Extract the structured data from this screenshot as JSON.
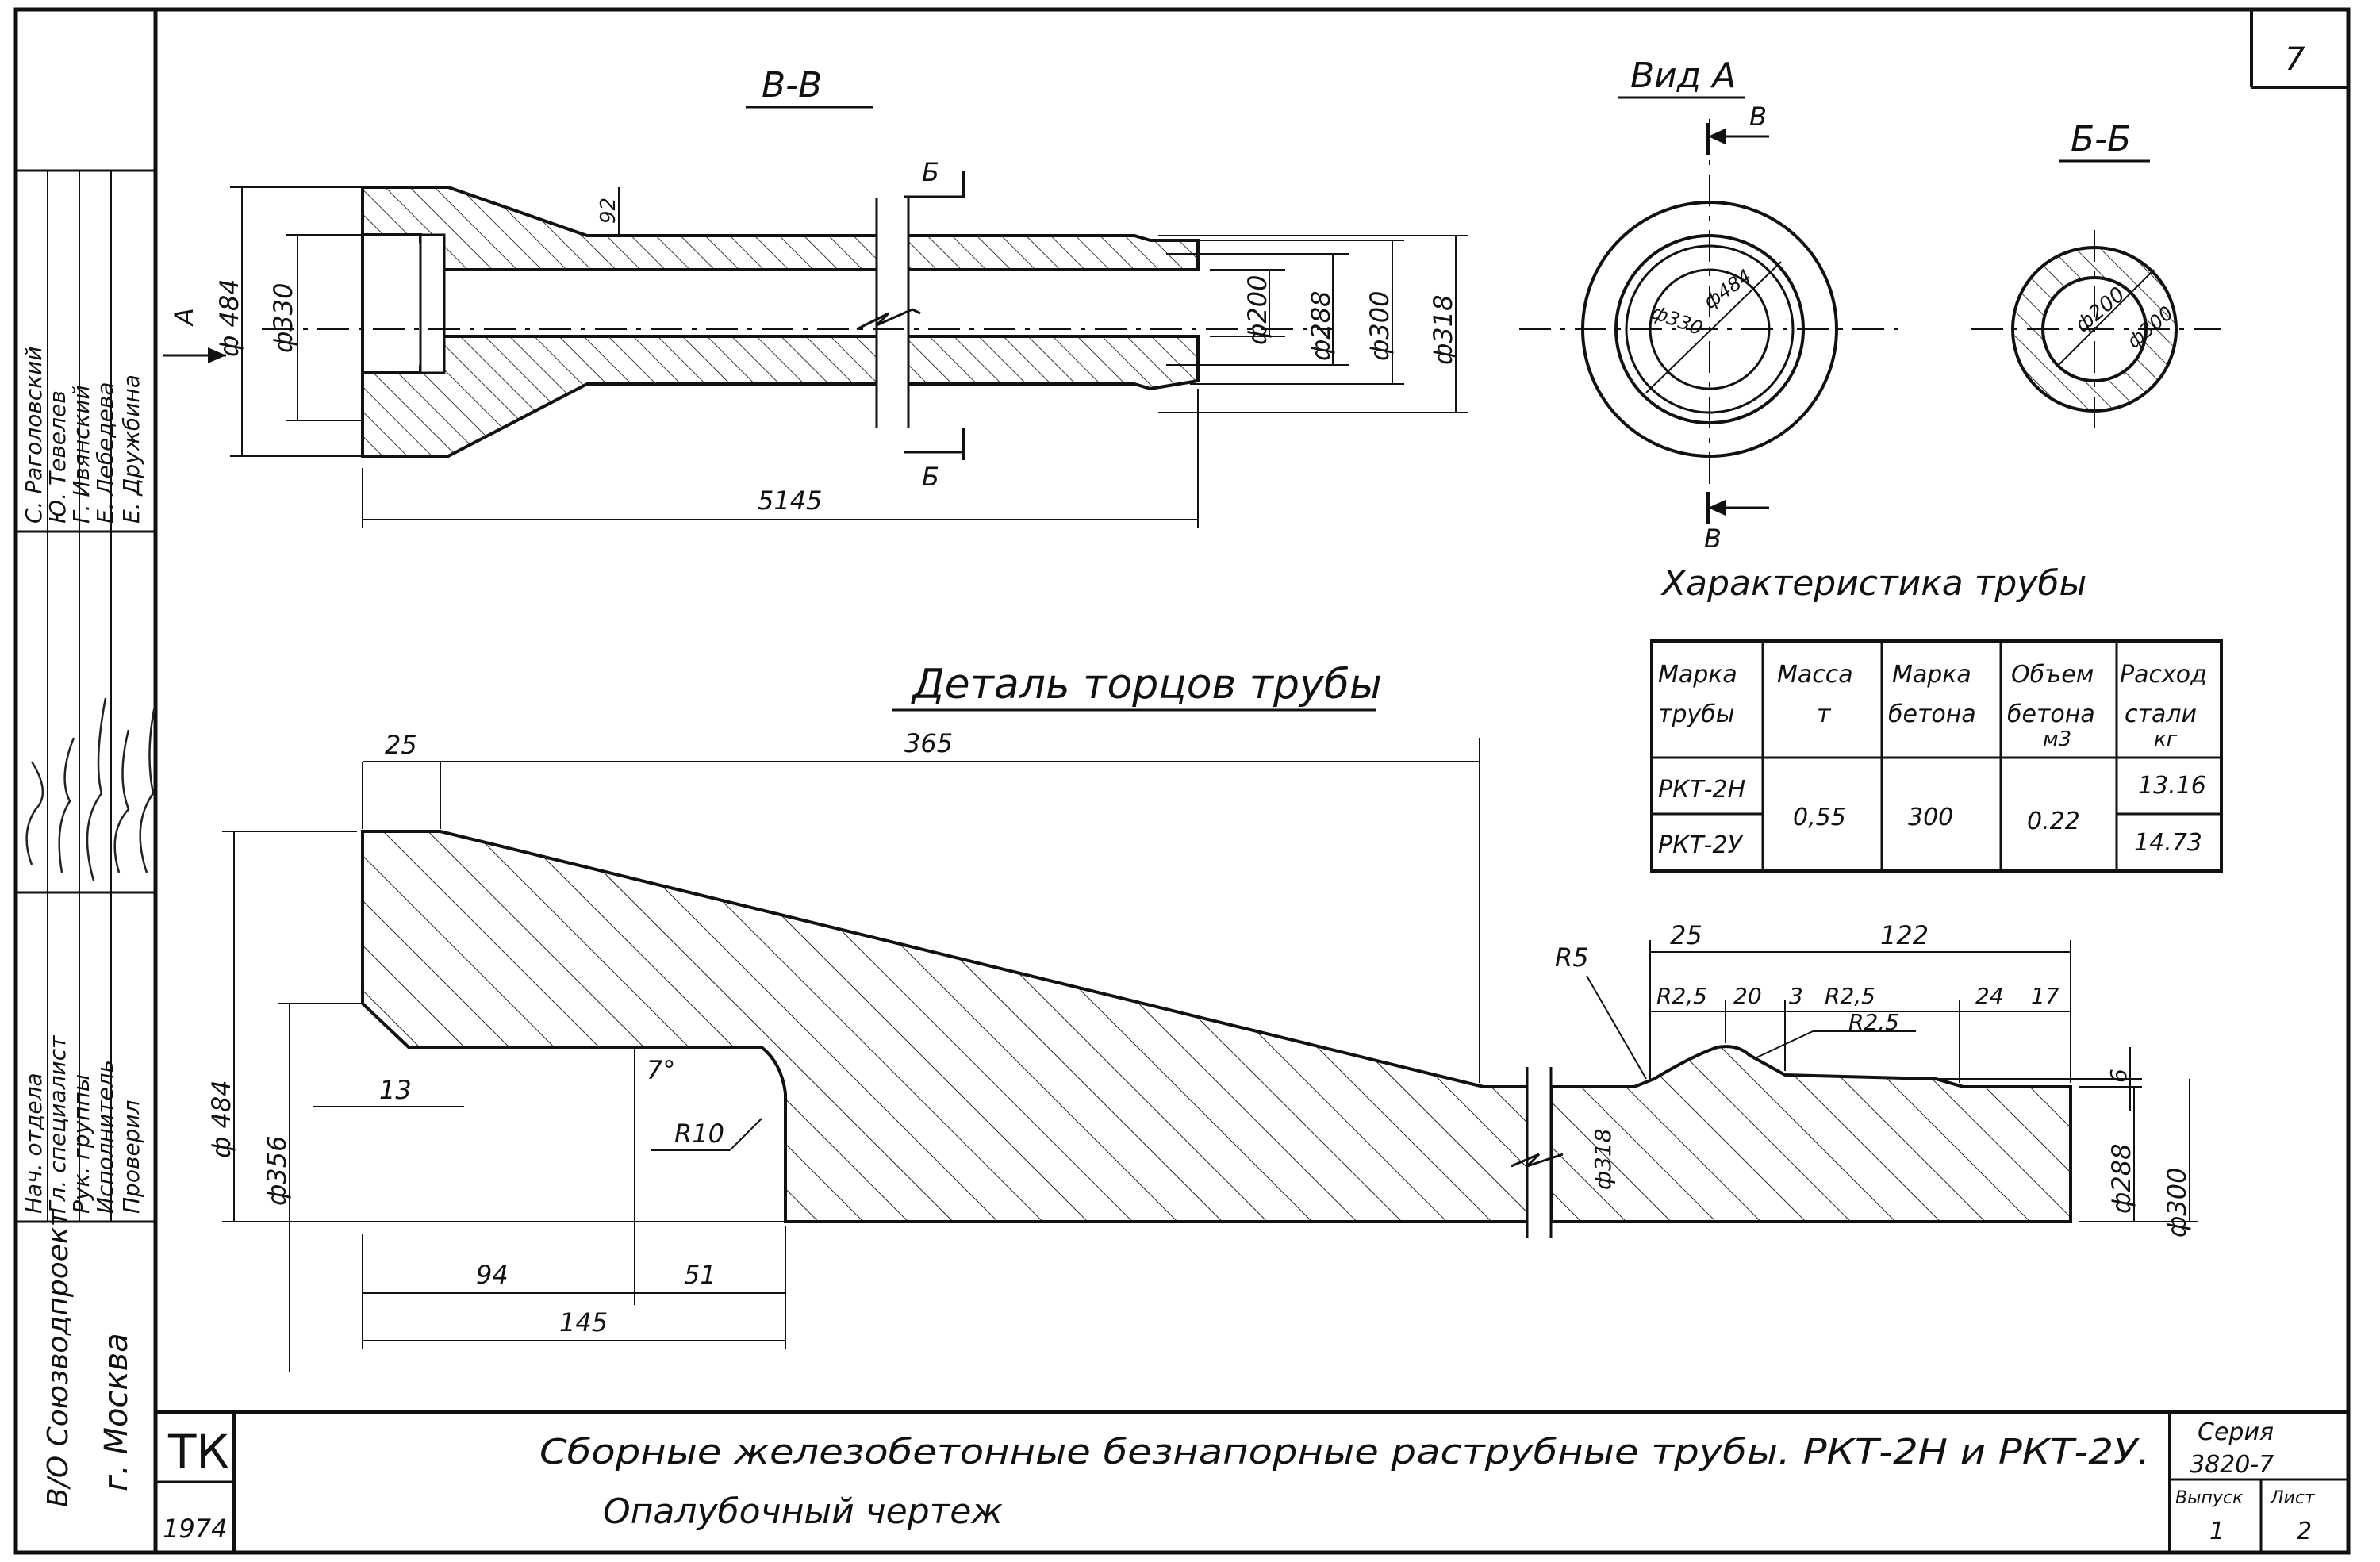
{
  "sheet": {
    "page_number": "7",
    "stamp": "ТК",
    "year": "1974",
    "org_line1": "В/О Союзводпроект",
    "org_line2": "г. Москва",
    "title_line1": "Сборные железобетонные безнапорные раструбные трубы. РКТ-2Н и РКТ-2У.",
    "title_line2": "Опалубочный чертеж",
    "series_label": "Серия",
    "series_value": "3820-7",
    "issue_label": "Выпуск",
    "issue_value": "1",
    "sheet_label": "Лист",
    "sheet_value": "2"
  },
  "signatures": {
    "roles": [
      "Нач. отдела",
      "Гл. специалист",
      "Рук. группы",
      "Исполнитель",
      "Проверил"
    ],
    "names": [
      "С. Раголовский",
      "Ю. Тевелев",
      "Г. Ивянский",
      "Е. Лебедева",
      "Е. Дружбина"
    ]
  },
  "views": {
    "section_vv": {
      "title": "В-В",
      "arrow_label": "А",
      "cut_label_top": "Б",
      "cut_label_bottom": "Б",
      "dims": {
        "d484": "ф 484",
        "d330": "ф330",
        "d92": "92",
        "d200": "ф200",
        "d288": "ф288",
        "d300": "ф300",
        "d318": "ф318",
        "len": "5145"
      }
    },
    "view_a": {
      "title": "Вид А",
      "cut_top": "В",
      "cut_bottom": "В",
      "d330": "ф330",
      "d484": "ф484"
    },
    "section_bb": {
      "title": "Б-Б",
      "d200": "ф200",
      "d300": "ф300"
    },
    "detail": {
      "title": "Деталь торцов трубы",
      "dims": {
        "d25a": "25",
        "d365": "365",
        "d13": "13",
        "d484": "ф 484",
        "d356": "ф356",
        "ang7": "7°",
        "r10": "R10",
        "d94": "94",
        "d51": "51",
        "d145": "145",
        "r5": "R5",
        "d25b": "25",
        "d122": "122",
        "r25a": "R2,5",
        "d20": "20",
        "d3": "3",
        "r25b": "R2,5",
        "r25c": "R2,5",
        "d24": "24",
        "d17": "17",
        "d6": "6",
        "d318": "ф318",
        "d288": "ф288",
        "d300": "ф300"
      }
    }
  },
  "table": {
    "title": "Характеристика трубы",
    "headers": [
      [
        "Марка",
        "трубы"
      ],
      [
        "Масса",
        "т"
      ],
      [
        "Марка",
        "бетона"
      ],
      [
        "Объем",
        "бетона",
        "м3"
      ],
      [
        "Расход",
        "стали",
        "кг"
      ]
    ],
    "rows": [
      {
        "mark": "РКТ-2Н",
        "steel": "13.16"
      },
      {
        "mark": "РКТ-2У",
        "steel": "14.73"
      }
    ],
    "shared": {
      "mass": "0,55",
      "concrete_grade": "300",
      "volume": "0.22"
    }
  }
}
